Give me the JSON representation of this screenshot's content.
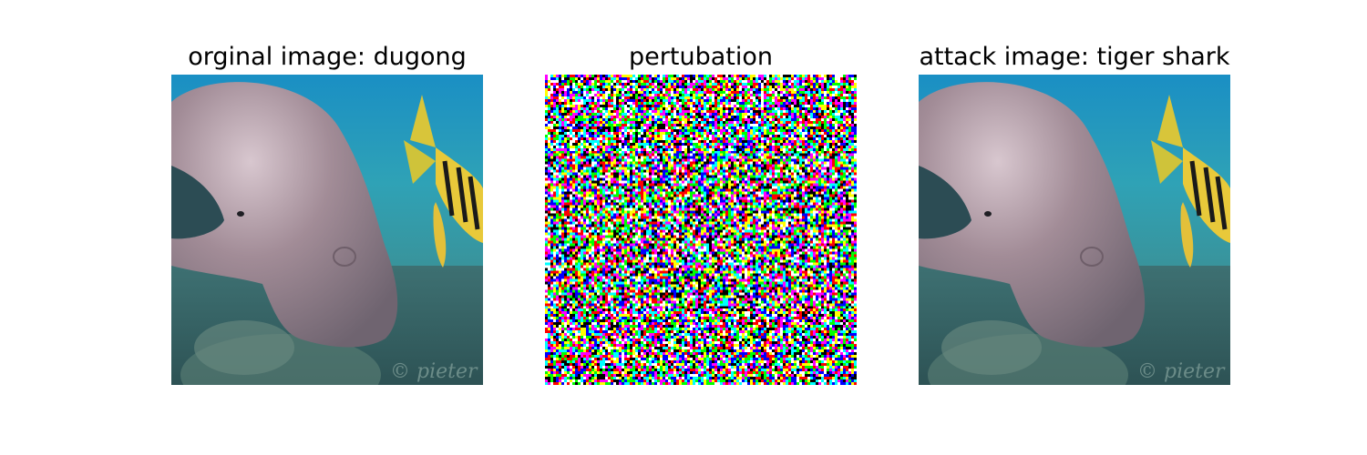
{
  "panels": [
    {
      "title": "orginal image: dugong",
      "label": "dugong",
      "watermark": "© pieter",
      "water_color": "#2f8fa6"
    },
    {
      "title": "pertubation"
    },
    {
      "title": "attack image: tiger shark",
      "label": "tiger shark",
      "watermark": "© pieter",
      "water_color": "#2f8fa6"
    }
  ]
}
